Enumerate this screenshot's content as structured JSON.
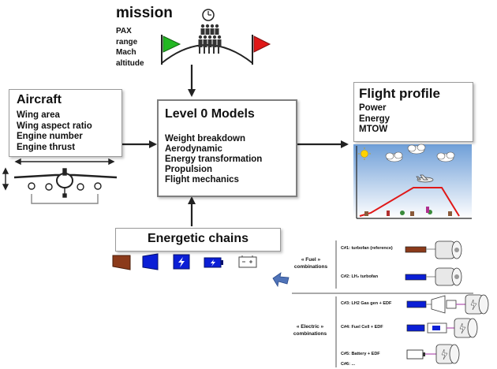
{
  "mission": {
    "title": "mission",
    "items": [
      "PAX",
      "range",
      "Mach",
      "altitude"
    ]
  },
  "aircraft": {
    "title": "Aircraft",
    "items": [
      "Wing area",
      "Wing aspect ratio",
      "Engine number",
      "Engine thrust"
    ]
  },
  "level0": {
    "title": "Level 0 Models",
    "items": [
      "Weight breakdown",
      "Aerodynamic",
      "Energy transformation",
      "Propulsion",
      "Flight mechanics"
    ]
  },
  "flight_profile": {
    "title": "Flight profile",
    "items": [
      "Power",
      "Energy",
      "MTOW"
    ]
  },
  "energetic_chains": {
    "title": "Energetic chains"
  },
  "combinations": {
    "fuel_label": "« Fuel »\ncombinations",
    "electric_label": "« Electric »\ncombinations",
    "fuel_items": [
      "C#1: turbofan (reference)",
      "C#2: LH₂ turbofan"
    ],
    "electric_items": [
      "C#3: LH2 Gas gen + EDF",
      "C#4: Fuel Cell + EDF",
      "C#5: Battery + EDF",
      "C#6: ..."
    ]
  },
  "colors": {
    "flag_start": "#22b822",
    "flag_end": "#e01818",
    "brown": "#8b3a1a",
    "blue": "#0b1fd6",
    "sky_top": "#6f9fd8",
    "sky_bottom": "#ffffff",
    "profile_line": "#e01818",
    "sun": "#ffd200",
    "arrow_blue": "#4f73b8"
  }
}
